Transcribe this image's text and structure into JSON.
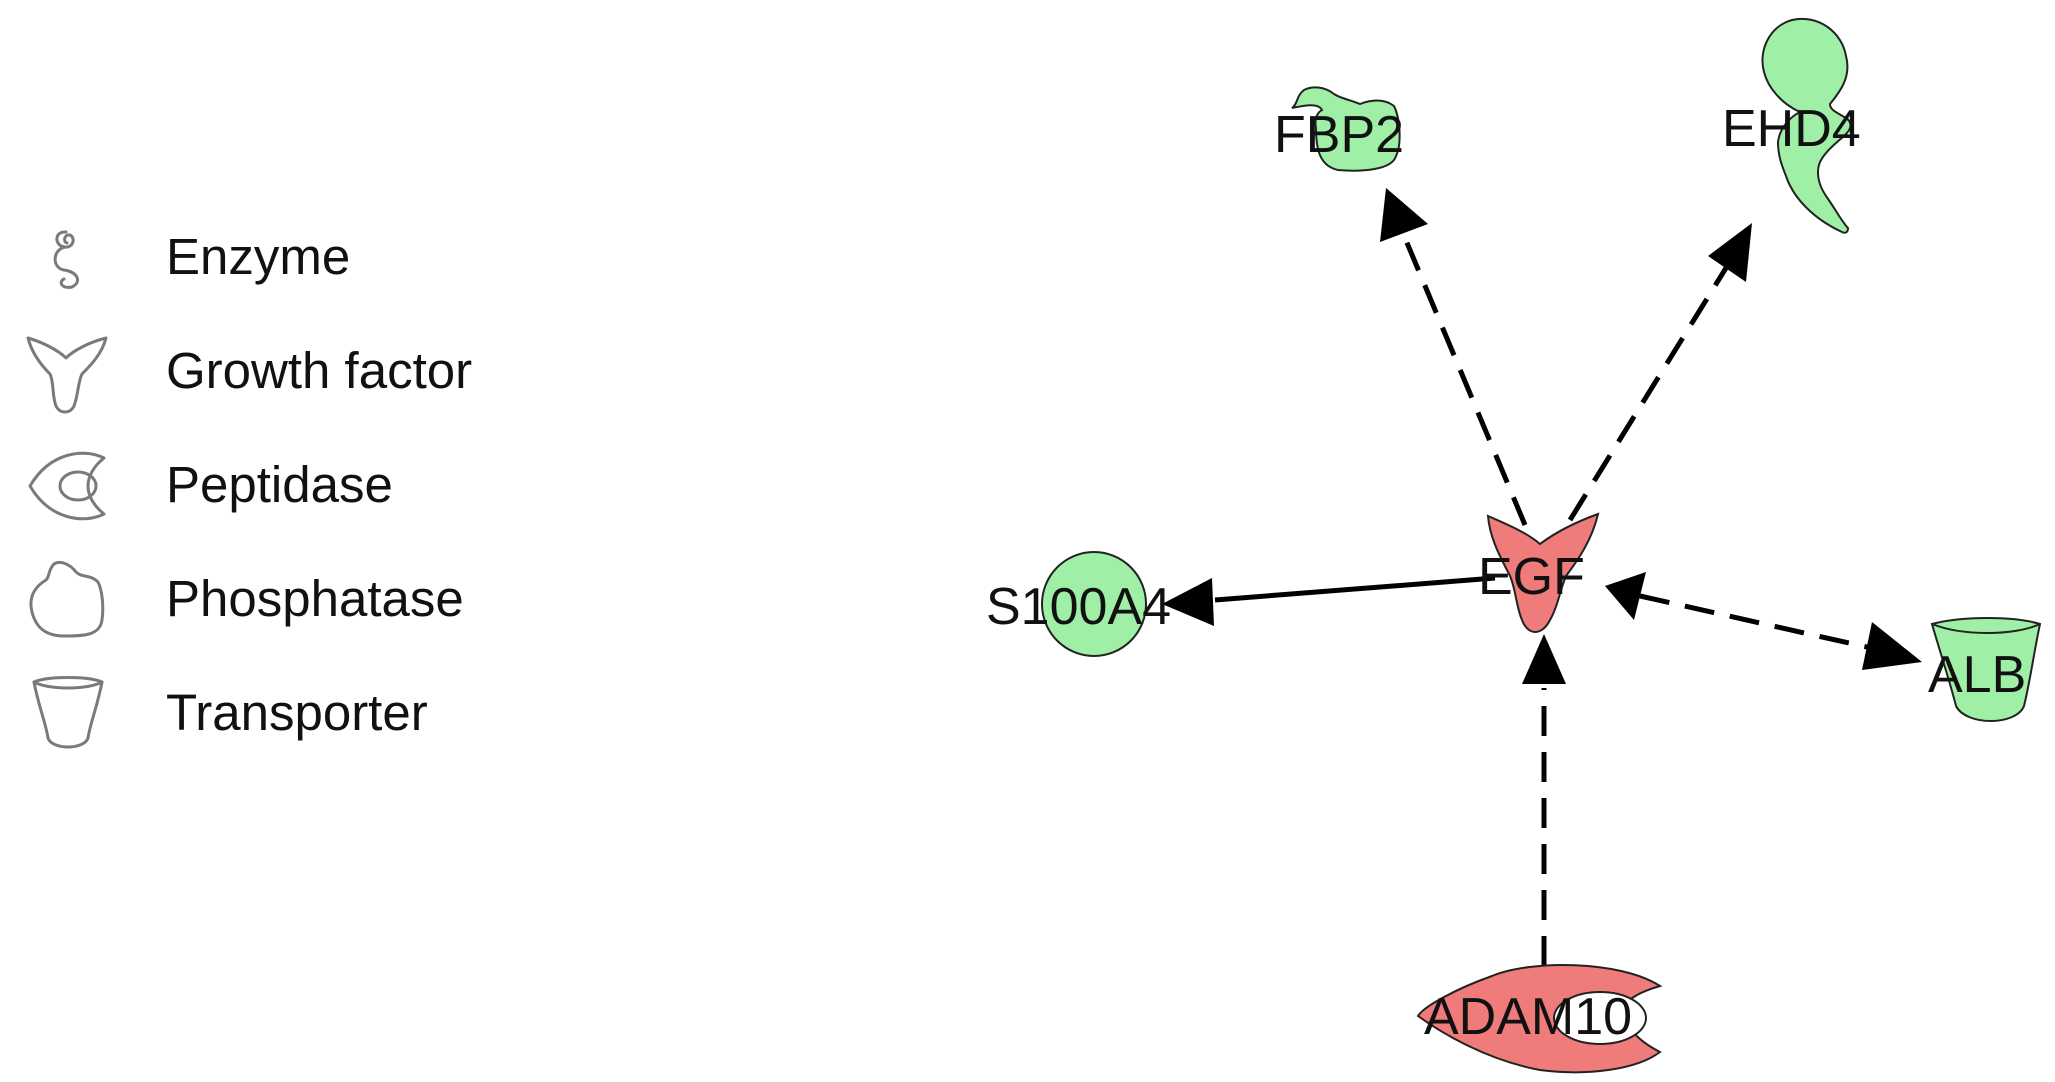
{
  "legend": {
    "items": [
      {
        "label": "Enzyme",
        "icon": "enzyme-icon"
      },
      {
        "label": "Growth factor",
        "icon": "growth-factor-icon"
      },
      {
        "label": "Peptidase",
        "icon": "peptidase-icon"
      },
      {
        "label": "Phosphatase",
        "icon": "phosphatase-icon"
      },
      {
        "label": "Transporter",
        "icon": "transporter-icon"
      }
    ]
  },
  "colors": {
    "upregulated": "#f07b7b",
    "downregulated": "#9ff0a6",
    "edge": "#000000",
    "legend_icon_stroke": "#7a7a7a"
  },
  "network": {
    "nodes": [
      {
        "id": "EGF",
        "label": "EGF",
        "type": "Growth factor",
        "regulation": "up"
      },
      {
        "id": "FBP2",
        "label": "FBP2",
        "type": "Phosphatase",
        "regulation": "down"
      },
      {
        "id": "EHD4",
        "label": "EHD4",
        "type": "Enzyme",
        "regulation": "down"
      },
      {
        "id": "S100A4",
        "label": "S100A4",
        "type": "Other",
        "regulation": "down"
      },
      {
        "id": "ALB",
        "label": "ALB",
        "type": "Transporter",
        "regulation": "down"
      },
      {
        "id": "ADAM10",
        "label": "ADAM10",
        "type": "Peptidase",
        "regulation": "up"
      }
    ],
    "edges": [
      {
        "from": "EGF",
        "to": "FBP2",
        "style": "dashed",
        "direction": "forward"
      },
      {
        "from": "EGF",
        "to": "EHD4",
        "style": "dashed",
        "direction": "forward"
      },
      {
        "from": "EGF",
        "to": "S100A4",
        "style": "solid",
        "direction": "forward"
      },
      {
        "from": "EGF",
        "to": "ALB",
        "style": "dashed",
        "direction": "both"
      },
      {
        "from": "ADAM10",
        "to": "EGF",
        "style": "dashed",
        "direction": "forward"
      }
    ]
  }
}
